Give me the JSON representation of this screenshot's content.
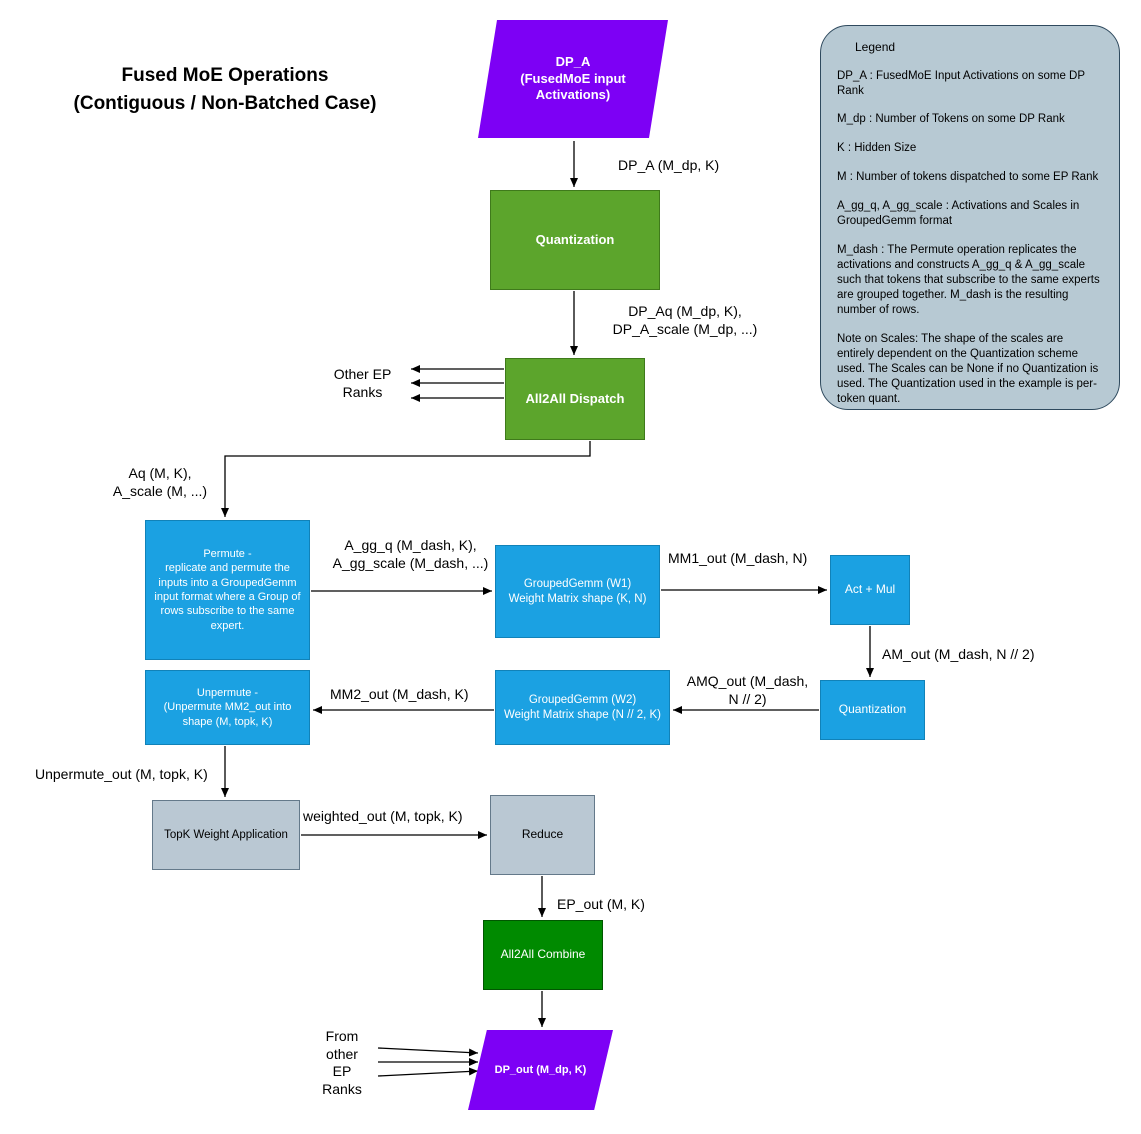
{
  "title": "Fused MoE Operations\n(Contiguous / Non-Batched Case)",
  "nodes": {
    "dp_a": {
      "label": "DP_A\n(FusedMoE input\nActivations)"
    },
    "quantization1": {
      "label": "Quantization"
    },
    "all2all_dispatch": {
      "label": "All2All Dispatch"
    },
    "permute": {
      "label": "Permute -\nreplicate and permute the\ninputs into a GroupedGemm\ninput format where a Group of\nrows subscribe to the same\nexpert."
    },
    "grouped_gemm_w1": {
      "label": "GroupedGemm (W1)\nWeight Matrix shape (K, N)"
    },
    "act_mul": {
      "label": "Act + Mul"
    },
    "quantization2": {
      "label": "Quantization"
    },
    "grouped_gemm_w2": {
      "label": "GroupedGemm (W2)\nWeight Matrix shape (N // 2, K)"
    },
    "unpermute": {
      "label": "Unpermute -\n(Unpermute MM2_out  into\nshape (M, topk, K)"
    },
    "topk": {
      "label": "TopK Weight Application"
    },
    "reduce": {
      "label": "Reduce"
    },
    "all2all_combine": {
      "label": "All2All Combine"
    },
    "dp_out": {
      "label": "DP_out (M_dp, K)"
    }
  },
  "edge_labels": {
    "dp_a_arrow": "DP_A (M_dp, K)",
    "dp_aq": "DP_Aq (M_dp, K),\nDP_A_scale (M_dp, ...)",
    "other_ep_ranks": "Other EP\nRanks",
    "aq": "Aq (M, K),\nA_scale (M, ...)",
    "a_gg": "A_gg_q (M_dash, K),\nA_gg_scale (M_dash, ...)",
    "mm1_out": "MM1_out (M_dash, N)",
    "am_out": "AM_out (M_dash, N // 2)",
    "amq_out": "AMQ_out (M_dash,\nN // 2)",
    "mm2_out": "MM2_out (M_dash, K)",
    "unpermute_out": "Unpermute_out (M, topk, K)",
    "weighted_out": "weighted_out (M, topk, K)",
    "ep_out": "EP_out (M, K)",
    "from_other": "From\nother\nEP\nRanks"
  },
  "legend": {
    "title": "Legend",
    "items": [
      "DP_A : FusedMoE Input Activations on some DP Rank",
      "M_dp : Number of Tokens on some DP Rank",
      "K : Hidden Size",
      "M : Number of tokens dispatched to some EP Rank",
      "A_gg_q, A_gg_scale : Activations and Scales in GroupedGemm format",
      "M_dash : The Permute operation replicates the activations and constructs A_gg_q & A_gg_scale such that tokens that subscribe to the same experts are grouped together. M_dash is the resulting number of rows.",
      "Note on Scales: The shape of the scales are entirely dependent on the Quantization scheme used. The Scales can be None if no Quantization is used. The Quantization used in the example is per-token quant."
    ]
  },
  "colors": {
    "purple": "#7d00f5",
    "green": "#5ca52c",
    "dark_green": "#008a00",
    "blue": "#1ba1e2",
    "gray": "#bac8d3",
    "legend_bg": "#b7c9d3"
  }
}
